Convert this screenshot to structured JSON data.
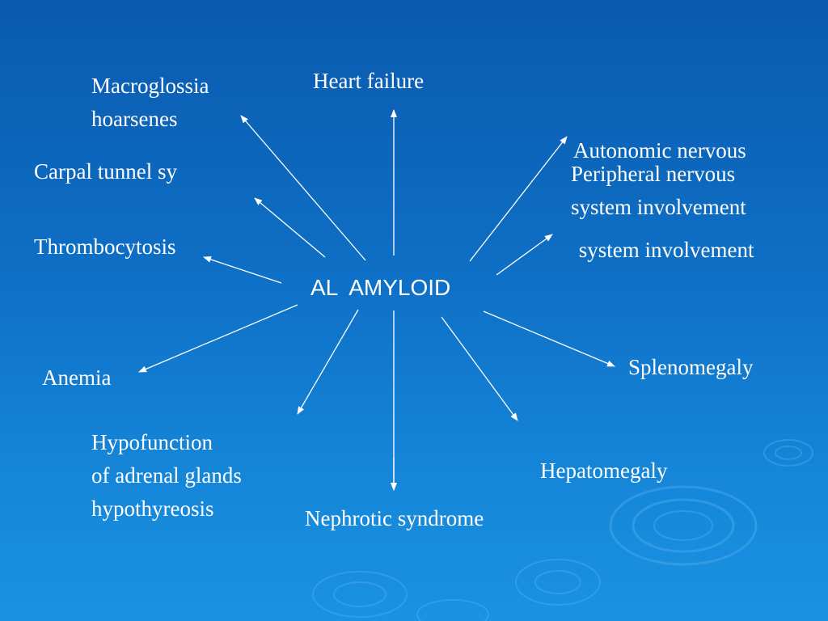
{
  "slide": {
    "center": "AL  AMYLOID",
    "nodes": {
      "macroglossia": [
        "Macroglossia",
        "hoarsenes"
      ],
      "heart_failure": "Heart failure",
      "autonomic": [
        "Autonomic nervous",
        " system involvement"
      ],
      "carpal": "Carpal tunnel sy",
      "peripheral": [
        "Peripheral nervous",
        "system involvement"
      ],
      "thrombocytosis": "Thrombocytosis",
      "anemia": "Anemia",
      "splenomegaly": "Splenomegaly",
      "hypofunction": [
        "Hypofunction",
        "of adrenal glands",
        "hypothyreosis"
      ],
      "hepatomegaly": "Hepatomegaly",
      "nephrotic": "Nephrotic syndrome"
    },
    "colors": {
      "background_top": "#0a5aae",
      "background_bottom": "#1b92e2",
      "text": "#ffffff",
      "arrow": "#ffffff"
    }
  }
}
